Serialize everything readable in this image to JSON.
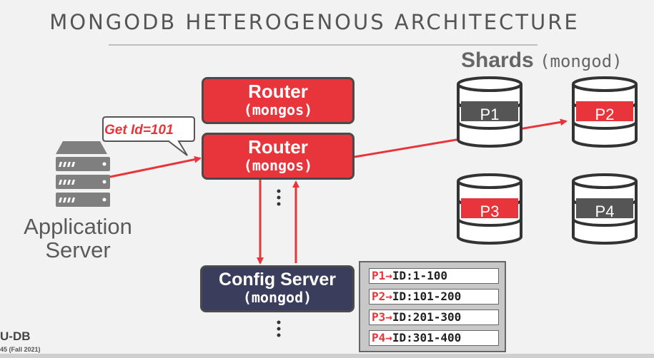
{
  "title": "MONGODB HETEROGENOUS ARCHITECTURE",
  "shards_heading": {
    "bold": "Shards",
    "paren": "(mongod)"
  },
  "routers": [
    {
      "name": "Router",
      "process": "(mongos)"
    },
    {
      "name": "Router",
      "process": "(mongos)"
    }
  ],
  "request_callout": "Get Id=101",
  "app_server": {
    "line1": "Application",
    "line2": "Server"
  },
  "config_server": {
    "name": "Config Server",
    "process": "(mongod)"
  },
  "shards": [
    {
      "label": "P1",
      "highlight": false
    },
    {
      "label": "P2",
      "highlight": true
    },
    {
      "label": "P3",
      "highlight": true
    },
    {
      "label": "P4",
      "highlight": false
    }
  ],
  "partition_map": [
    {
      "partition": "P1",
      "arrow": "→",
      "range": "ID:1-100"
    },
    {
      "partition": "P2",
      "arrow": "→",
      "range": "ID:101-200"
    },
    {
      "partition": "P3",
      "arrow": "→",
      "range": "ID:201-300"
    },
    {
      "partition": "P4",
      "arrow": "→",
      "range": "ID:301-400"
    }
  ],
  "footer": {
    "logo": "U-DB",
    "course": "45 (Fall 2021)"
  },
  "colors": {
    "accent": "#e8353b",
    "config": "#3a3d5c",
    "shard_dark": "#555555"
  }
}
